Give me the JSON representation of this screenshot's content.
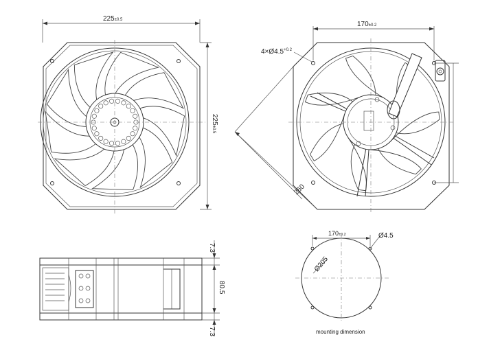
{
  "dimensions": {
    "front_width": "225",
    "front_width_tol": "±0.5",
    "front_height": "225",
    "front_height_tol": "±0.5",
    "back_spacing": "170",
    "back_spacing_tol": "±0.2",
    "hole_spec": "4×Ø4.5",
    "hole_tol": "+0.2",
    "diagonal": "260",
    "side_top": "7.3",
    "side_depth": "80.5",
    "side_bottom": "7.3",
    "mount_spacing": "170",
    "mount_spacing_tol": "±0.2",
    "mount_hole": "Ø4.5",
    "mount_circle": "Ø205"
  },
  "captions": {
    "mounting": "mounting dimension"
  }
}
